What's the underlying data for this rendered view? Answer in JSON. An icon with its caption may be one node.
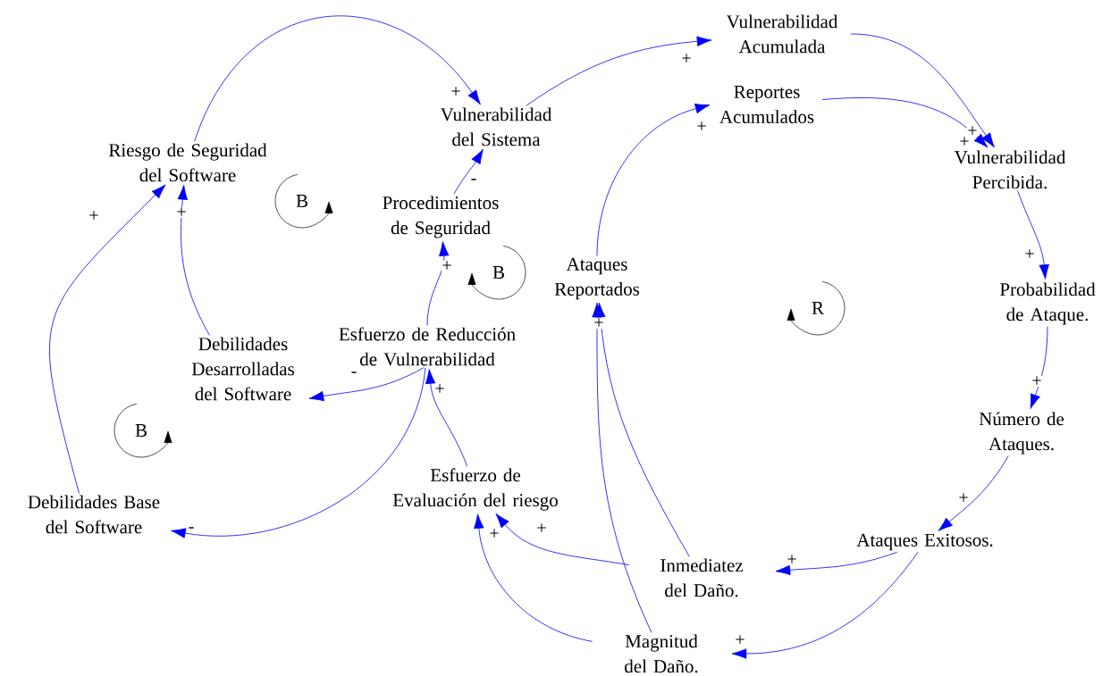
{
  "diagram": {
    "nodes": [
      {
        "text": [
          "Vulnerabilidad Acumulada"
        ]
      },
      {
        "text": [
          "Vulnerabilidad del Sistema"
        ]
      },
      {
        "text": [
          "Reportes Acumulados"
        ]
      },
      {
        "text": [
          "Riesgo de Seguridad del Software"
        ]
      },
      {
        "text": [
          "Vulnerabilidad Percibida."
        ]
      },
      {
        "text": [
          "Procedimientos de Seguridad"
        ]
      },
      {
        "text": [
          "Ataques Reportados"
        ]
      },
      {
        "text": [
          "Probabilidad de Ataque."
        ]
      },
      {
        "text": [
          "Esfuerzo de Reducción de Vulnerabilidad"
        ]
      },
      {
        "text": [
          "Debilidades Desarrolladas del Software"
        ]
      },
      {
        "text": [
          "Número de Ataques."
        ]
      },
      {
        "text": [
          "Esfuerzo de Evaluación del riesgo"
        ]
      },
      {
        "text": [
          "Debilidades Base del Software"
        ]
      },
      {
        "text": [
          "Ataques Exitosos."
        ]
      },
      {
        "text": [
          "Inmediatez del Daño."
        ]
      },
      {
        "text": [
          "Magnitud del Daño."
        ]
      }
    ],
    "edges": [
      {
        "from": 3,
        "to": 1,
        "arrow": "to",
        "label": "+"
      },
      {
        "from": 1,
        "to": 0,
        "arrow": "to",
        "label": "+"
      },
      {
        "from": 5,
        "to": 1,
        "arrow": "to",
        "label": "-"
      },
      {
        "from": 0,
        "to": 4,
        "arrow": "to",
        "label": "+"
      },
      {
        "from": 2,
        "to": 4,
        "arrow": "to",
        "label": "+"
      },
      {
        "from": 6,
        "to": 2,
        "arrow": "to",
        "label": "+"
      },
      {
        "from": 4,
        "to": 7,
        "arrow": "to",
        "label": "+"
      },
      {
        "from": 7,
        "to": 10,
        "arrow": "to",
        "label": "+"
      },
      {
        "from": 10,
        "to": 13,
        "arrow": "to",
        "label": "+"
      },
      {
        "from": 13,
        "to": 14,
        "arrow": "to",
        "label": "+"
      },
      {
        "from": 13,
        "to": 15,
        "arrow": "to",
        "label": "+"
      },
      {
        "from": 14,
        "to": 11,
        "arrow": "to",
        "label": "+"
      },
      {
        "from": 15,
        "to": 11,
        "arrow": "to",
        "label": "+"
      },
      {
        "from": 14,
        "to": 6,
        "arrow": "to",
        "label": "+"
      },
      {
        "from": 15,
        "to": 6,
        "arrow": "to"
      },
      {
        "from": 11,
        "to": 8,
        "arrow": "to",
        "label": "+"
      },
      {
        "from": 8,
        "to": 5,
        "arrow": "to",
        "label": "+"
      },
      {
        "from": 8,
        "to": 9,
        "arrow": "to",
        "label": "-"
      },
      {
        "from": 8,
        "to": 12,
        "arrow": "to",
        "label": "-"
      },
      {
        "from": 9,
        "to": 3,
        "arrow": "to",
        "label": "+"
      },
      {
        "from": 12,
        "to": 3,
        "arrow": "to",
        "label": "+"
      }
    ],
    "labels": [
      "B",
      "B",
      "R",
      "B"
    ]
  }
}
